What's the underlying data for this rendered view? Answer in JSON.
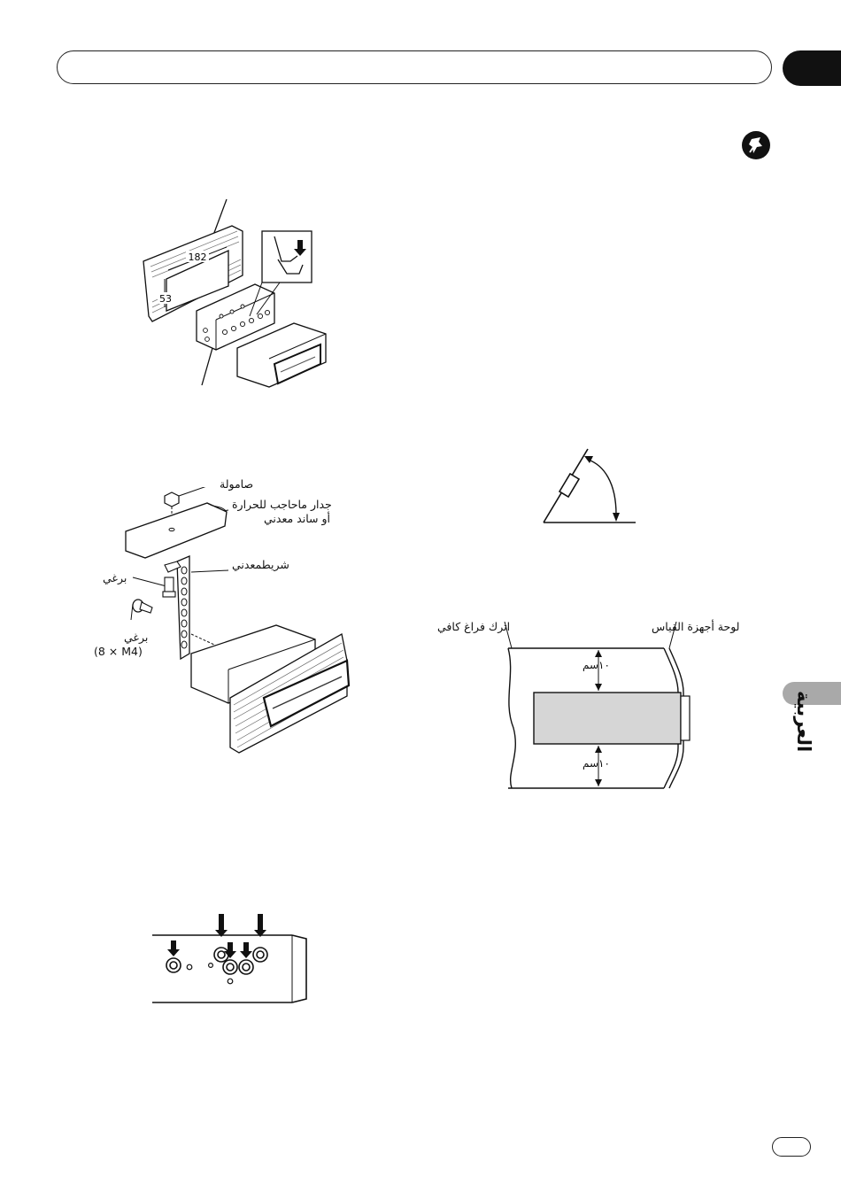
{
  "header": {
    "title": "",
    "section_tab": ""
  },
  "sidebar": {
    "language_label": "العربية"
  },
  "footer": {
    "page_number": ""
  },
  "figure_dashboard": {
    "width_label": "182",
    "height_label": "53"
  },
  "figure_mounting": {
    "nut_label": "صامولة",
    "wall_label_line1": "جدار ماحاجب للحرارة",
    "wall_label_line2": "أو ساند معدني",
    "strap_label": "شريطمعدني",
    "screw_label_top": "برغي",
    "screw_label_bottom": "برغي",
    "screw_spec": "(8 × M4)"
  },
  "figure_clearance": {
    "left_label": "اترك فراغ كافي",
    "right_label": "لوحة أجهزة القياس",
    "top_gap": "١٠سم",
    "bottom_gap": "١٠سم"
  },
  "colors": {
    "ink": "#111111",
    "tab_gray": "#a9a9a9",
    "device_fill": "#d6d6d6"
  }
}
